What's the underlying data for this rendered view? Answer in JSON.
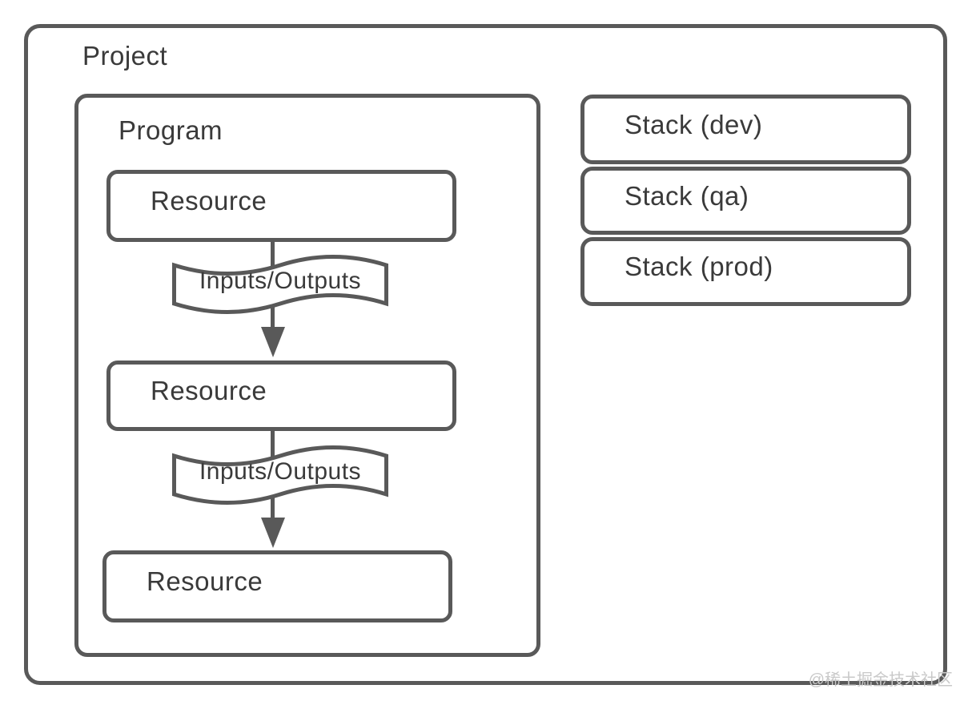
{
  "diagram": {
    "project": {
      "label": "Project"
    },
    "program": {
      "label": "Program",
      "resources": [
        {
          "label": "Resource"
        },
        {
          "label": "Resource"
        },
        {
          "label": "Resource"
        }
      ],
      "connectors": [
        {
          "label": "Inputs/Outputs"
        },
        {
          "label": "Inputs/Outputs"
        }
      ]
    },
    "stacks": [
      {
        "label": "Stack (dev)"
      },
      {
        "label": "Stack (qa)"
      },
      {
        "label": "Stack (prod)"
      }
    ],
    "watermark": "@稀土掘金技术社区",
    "colors": {
      "stroke": "#595959",
      "text": "#3a3a3a",
      "watermark": "#c9c9c9",
      "background": "#ffffff"
    }
  }
}
